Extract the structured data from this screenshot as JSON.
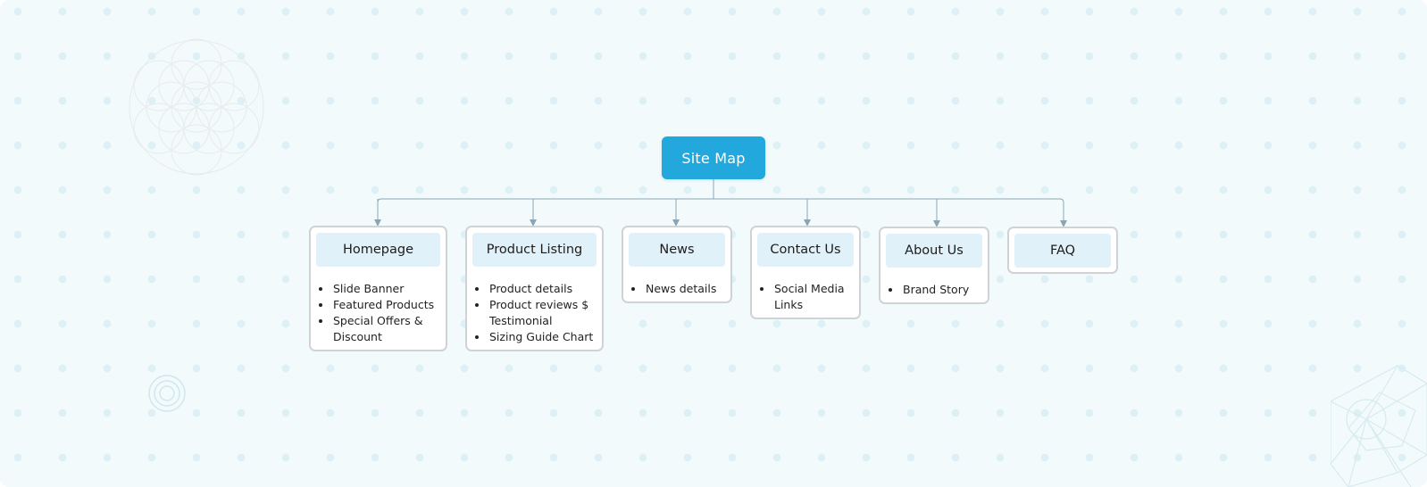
{
  "sitemap": {
    "root": {
      "label": "Site Map"
    },
    "sections": [
      {
        "title": "Homepage",
        "items": [
          "Slide Banner",
          "Featured Products",
          "Special Offers & Discount"
        ]
      },
      {
        "title": "Product Listing",
        "items": [
          "Product details",
          "Product reviews $ Testimonial",
          "Sizing Guide Chart"
        ]
      },
      {
        "title": "News",
        "items": [
          "News details"
        ]
      },
      {
        "title": "Contact Us",
        "items": [
          "Social Media Links"
        ]
      },
      {
        "title": "About Us",
        "items": [
          "Brand Story"
        ]
      },
      {
        "title": "FAQ",
        "items": []
      }
    ]
  },
  "colors": {
    "root_bg": "#22a8dc",
    "card_header_bg": "#e1f1f9",
    "connector": "#8aa6b4",
    "card_border": "#d0d3d6"
  },
  "decorations": [
    "geometric-flower-pattern",
    "concentric-circles",
    "geometric-corner-pattern"
  ]
}
